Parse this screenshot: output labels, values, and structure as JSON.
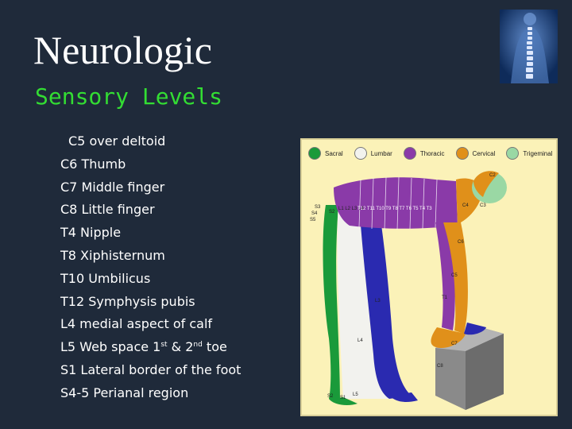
{
  "slide": {
    "title": "Neurologic",
    "subtitle": "Sensory Levels"
  },
  "levels": [
    "C5 over deltoid",
    "C6 Thumb",
    "C7 Middle finger",
    "C8 Little finger",
    "T4 Nipple",
    "T8 Xiphisternum",
    "T10 Umbilicus",
    "T12 Symphysis pubis",
    "L4 medial aspect of calf",
    "L5 Web space 1",
    "S1 Lateral border of the foot",
    "S4-5 Perianal region"
  ],
  "level_l5_parts": {
    "sup1": "st",
    "mid": " & 2",
    "sup2": "nd",
    "end": " toe"
  },
  "figure": {
    "legend": [
      {
        "label": "Sacral",
        "color": "#1a9a3a"
      },
      {
        "label": "Lumbar",
        "color": "#f2f2ee"
      },
      {
        "label": "Thoracic",
        "color": "#8a3aa8"
      },
      {
        "label": "Cervical",
        "color": "#e0901a"
      },
      {
        "label": "Trigeminal",
        "color": "#9ad8a4"
      }
    ],
    "labels": {
      "s3": "S3",
      "s4": "S4",
      "s5": "S5",
      "s2": "S2",
      "l": "L1 L2 L3 L4",
      "t": "T12 T11 T10 T9 T8 T7 T6 T5 T4 T3",
      "c2": "C2",
      "c3": "C3",
      "c4": "C4",
      "c5": "C5",
      "c6": "C6",
      "c7": "C7",
      "c8": "C8",
      "t1": "T1",
      "l3": "L3",
      "l4": "L4",
      "l5": "L5",
      "s1": "S1",
      "s2b": "S2"
    }
  },
  "colors": {
    "background": "#1f2a3a",
    "subtitle": "#33dd33",
    "sacral": "#1a9a3a",
    "lumbar": "#f2f2ee",
    "thoracic": "#8a3aa8",
    "cervical": "#e0901a",
    "trigeminal": "#9ad8a4",
    "l4_l5": "#2a2ab0"
  }
}
